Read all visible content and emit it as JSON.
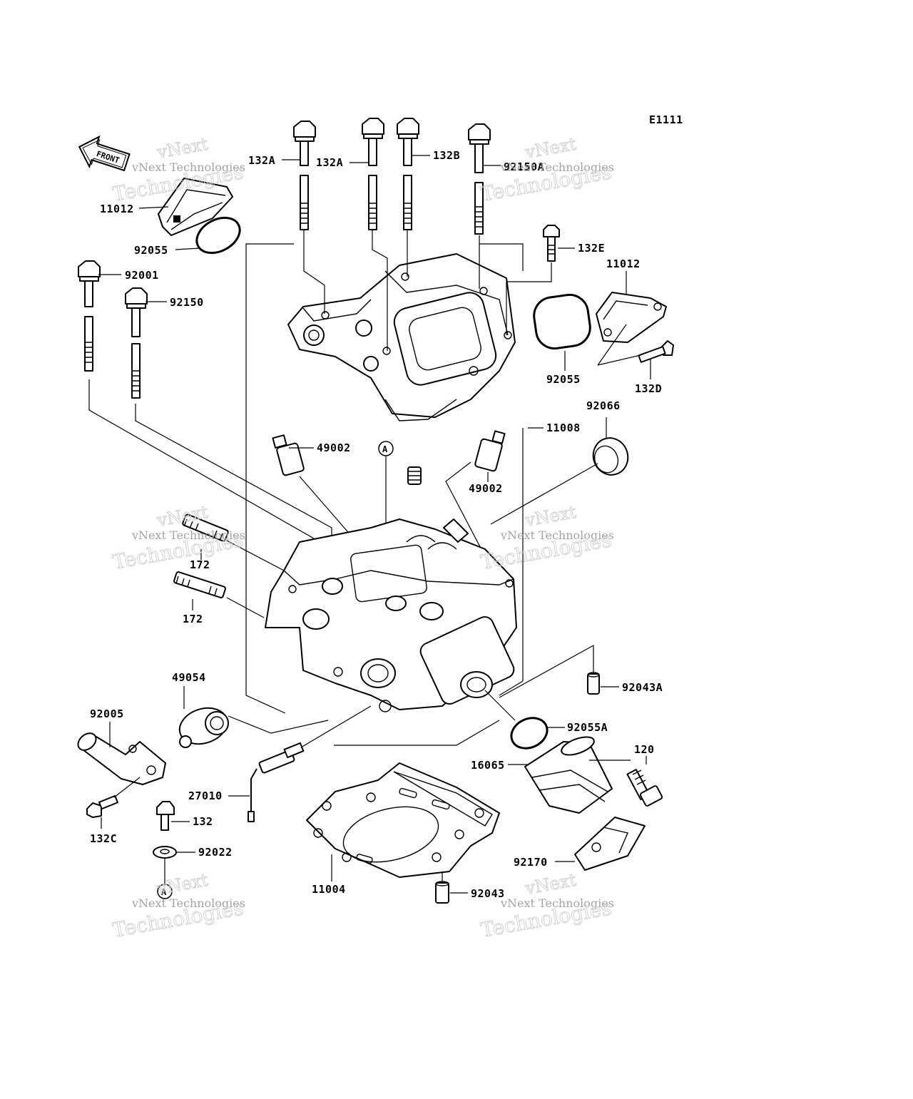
{
  "diagram_code": "E1111",
  "front_label": "FRONT",
  "circle_marker": "A",
  "watermark": {
    "line1": "vNext",
    "line2": "vNext Technologies",
    "line3": "Technologies"
  },
  "labels": {
    "p132A_1": "132A",
    "p132A_2": "132A",
    "p132B": "132B",
    "p92150A": "92150A",
    "p11012_top": "11012",
    "p92055_top": "92055",
    "p92001": "92001",
    "p92150": "92150",
    "p132E": "132E",
    "p11012_right": "11012",
    "p92055_right": "92055",
    "p132D": "132D",
    "p92066": "92066",
    "p11008": "11008",
    "p49002_left": "49002",
    "p49002_right": "49002",
    "p172_1": "172",
    "p172_2": "172",
    "p49054": "49054",
    "p92005": "92005",
    "p92043A": "92043A",
    "p92055A": "92055A",
    "p120": "120",
    "p16065": "16065",
    "p27010": "27010",
    "p132": "132",
    "p132C": "132C",
    "p92022": "92022",
    "p11004": "11004",
    "p92043": "92043",
    "p92170": "92170"
  }
}
